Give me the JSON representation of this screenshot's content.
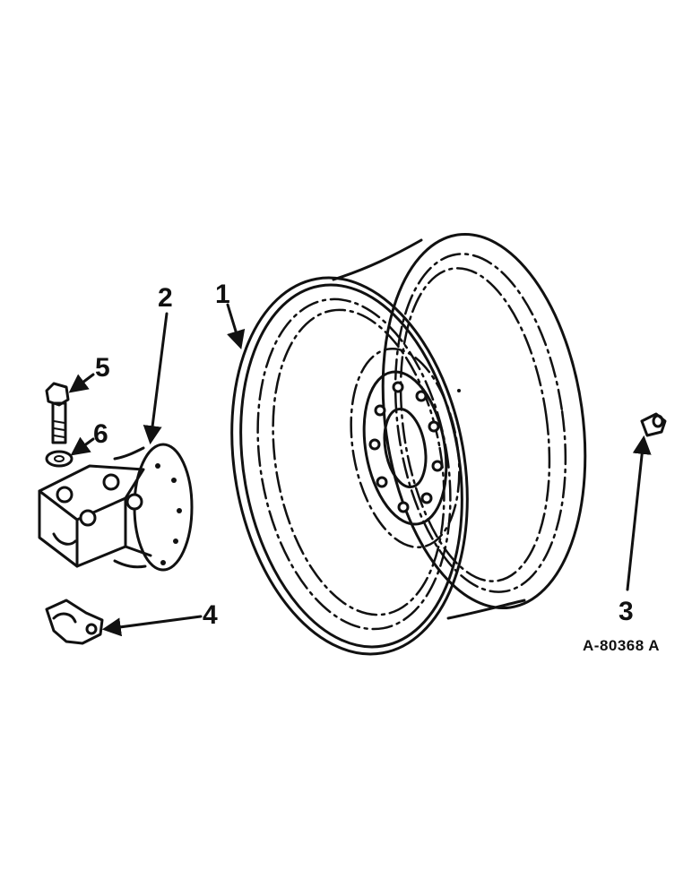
{
  "diagram": {
    "callouts": [
      {
        "id": "1",
        "label": "1"
      },
      {
        "id": "2",
        "label": "2"
      },
      {
        "id": "3",
        "label": "3"
      },
      {
        "id": "4",
        "label": "4"
      },
      {
        "id": "5",
        "label": "5"
      },
      {
        "id": "6",
        "label": "6"
      }
    ],
    "drawing_number": "A-80368 A"
  }
}
